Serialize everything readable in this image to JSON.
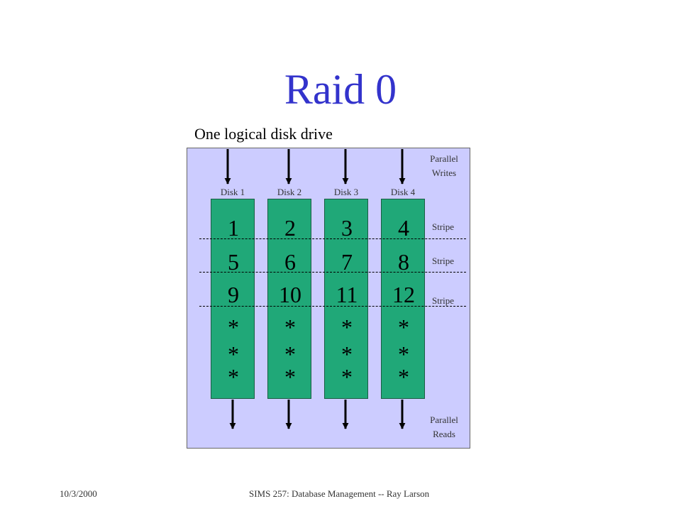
{
  "slide": {
    "title": "Raid 0",
    "subtitle": "One logical disk drive",
    "parallel_writes": "Parallel Writes",
    "parallel_reads": "Parallel Reads",
    "disks": [
      {
        "label": "Disk 1",
        "blocks": [
          "1",
          "5",
          "9"
        ],
        "stars": [
          "*",
          "*",
          "*"
        ]
      },
      {
        "label": "Disk 2",
        "blocks": [
          "2",
          "6",
          "10"
        ],
        "stars": [
          "*",
          "*",
          "*"
        ]
      },
      {
        "label": "Disk 3",
        "blocks": [
          "3",
          "7",
          "11"
        ],
        "stars": [
          "*",
          "*",
          "*"
        ]
      },
      {
        "label": "Disk 4",
        "blocks": [
          "4",
          "8",
          "12"
        ],
        "stars": [
          "*",
          "*",
          "*"
        ]
      }
    ],
    "stripes": [
      "Stripe",
      "Stripe",
      "Stripe"
    ],
    "colors": {
      "title": "#3333cc",
      "drive_bg": "#ccccff",
      "disk_fill": "#20a878"
    }
  },
  "footer": {
    "date": "10/3/2000",
    "course": "SIMS 257: Database Management -- Ray Larson"
  }
}
